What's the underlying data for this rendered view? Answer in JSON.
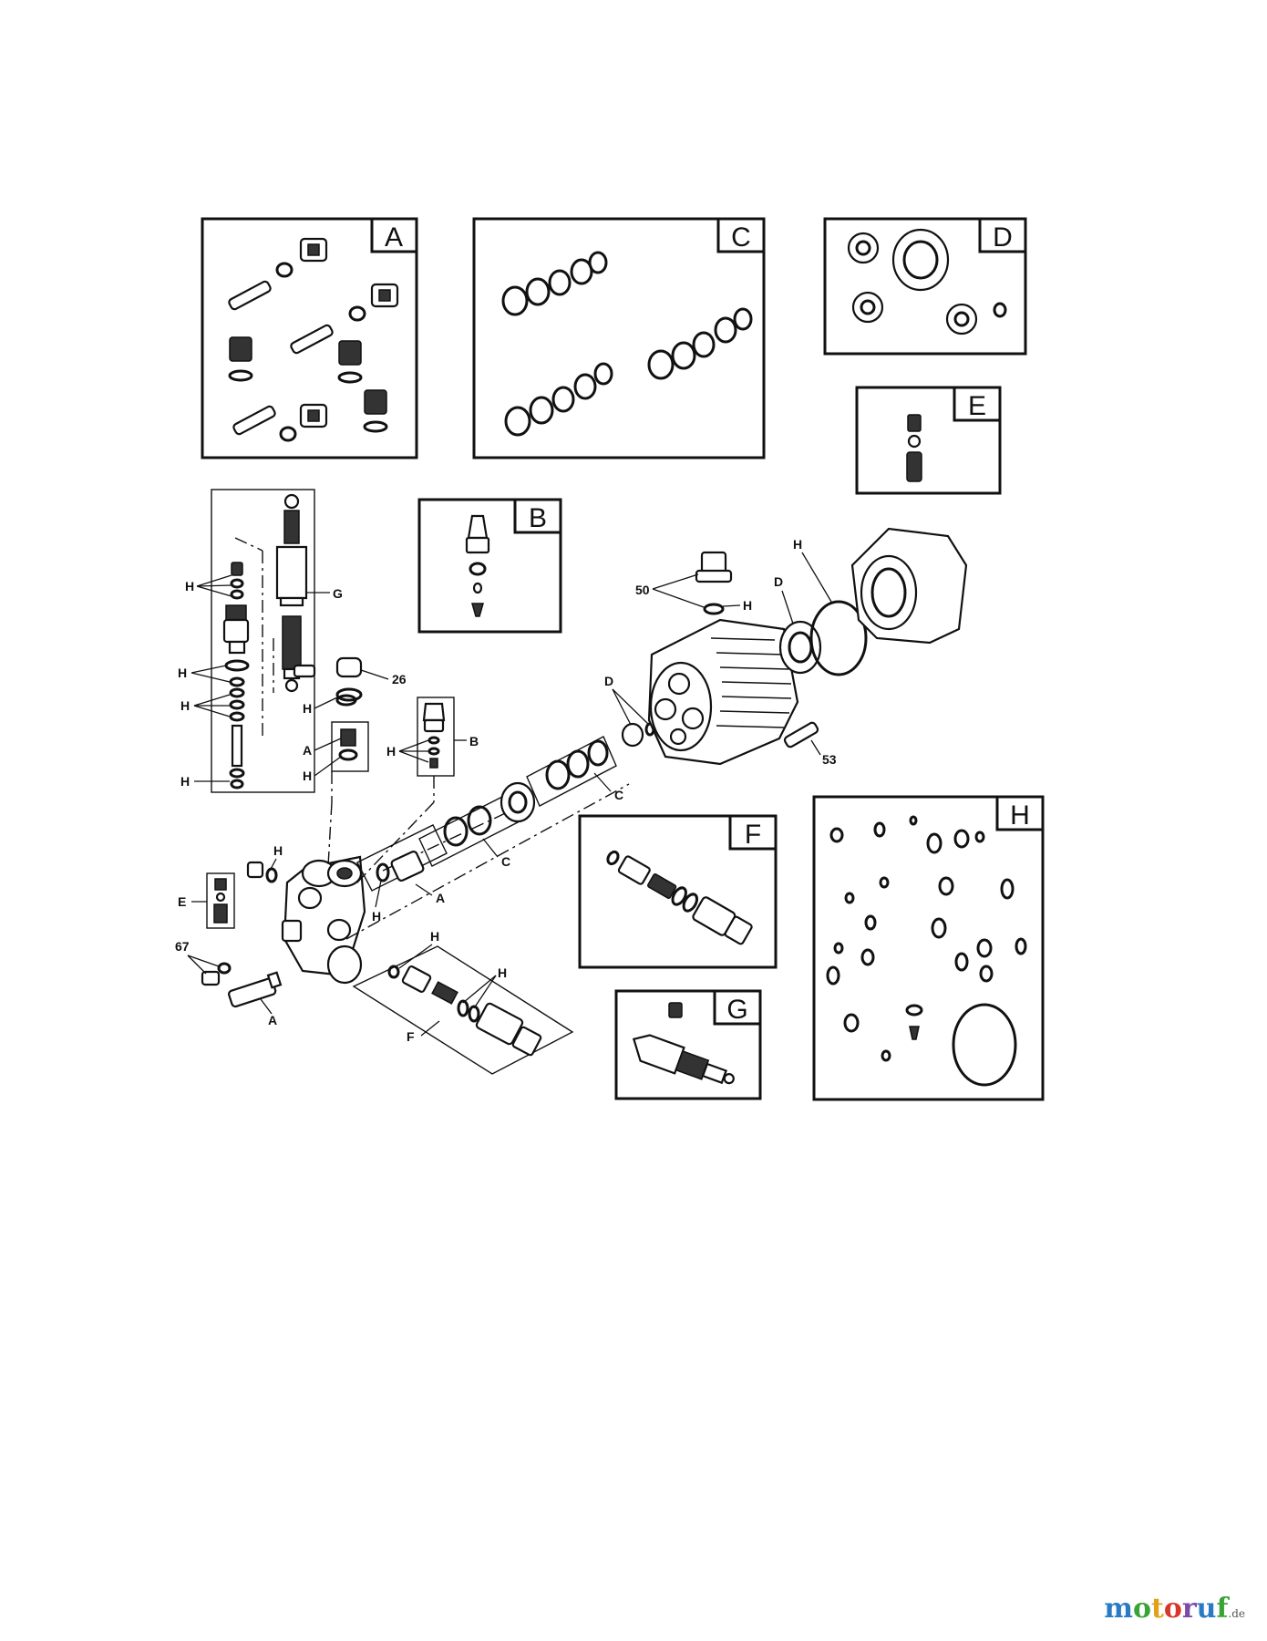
{
  "kits": {
    "A": "A",
    "B": "B",
    "C": "C",
    "D": "D",
    "E": "E",
    "F": "F",
    "G": "G",
    "H": "H"
  },
  "callouts": {
    "H": "H",
    "G": "G",
    "26": "26",
    "A": "A",
    "B": "B",
    "C": "C",
    "D": "D",
    "E": "E",
    "F": "F",
    "50": "50",
    "53": "53",
    "67": "67"
  },
  "watermark": {
    "letters": [
      "m",
      "o",
      "t",
      "o",
      "r",
      "u",
      "f"
    ],
    "colors": [
      "#2a7bc4",
      "#3aa335",
      "#e0a21a",
      "#d8362b",
      "#7a4aa8",
      "#2a7bc4",
      "#3aa335"
    ],
    "tld": ".de"
  }
}
